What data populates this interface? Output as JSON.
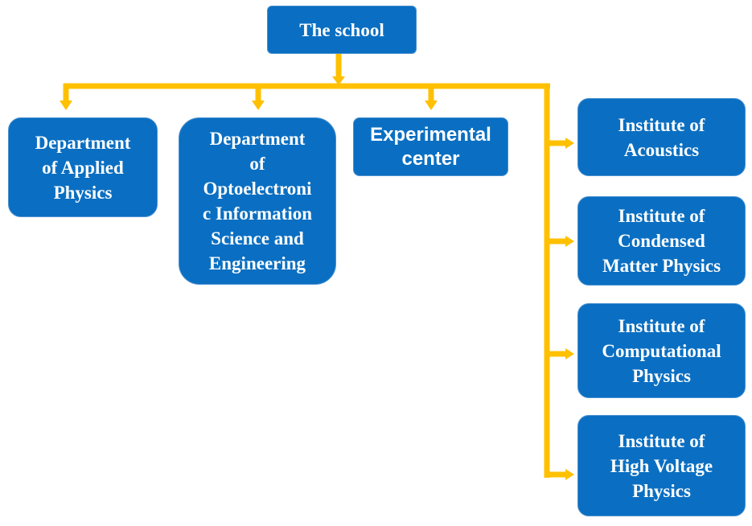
{
  "colors": {
    "node_fill": "#0a6fc2",
    "node_border": "#4a90d0",
    "node_text": "#ffffff",
    "connector": "#ffc000"
  },
  "root": {
    "label": "The school"
  },
  "children": [
    {
      "id": "applied-physics",
      "label": "Department\nof Applied\nPhysics"
    },
    {
      "id": "optoelectronic",
      "label": "Department\nof\nOptoelectroni\nc Information\nScience and\nEngineering"
    },
    {
      "id": "experimental-center",
      "label": "Experimental\ncenter"
    },
    {
      "id": "acoustics",
      "label": "Institute of\nAcoustics"
    },
    {
      "id": "condensed-matter",
      "label": "Institute of\nCondensed\nMatter Physics"
    },
    {
      "id": "computational",
      "label": "Institute of\nComputational\nPhysics"
    },
    {
      "id": "high-voltage",
      "label": "Institute of\nHigh Voltage\nPhysics"
    }
  ]
}
